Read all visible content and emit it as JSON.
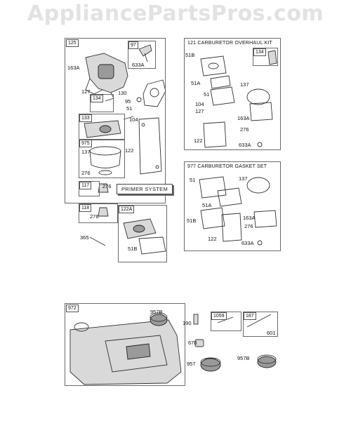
{
  "watermark": "AppliancePartsPros.com",
  "kits": {
    "overhaul_title": "121 CARBURETOR OVERHAUL KIT",
    "gasket_title": "977 CARBURETOR GASKET SET"
  },
  "button": {
    "primer": "PRIMER SYSTEM"
  },
  "boxes": {
    "b125": "125",
    "b97": "97",
    "b134a": "134",
    "b133": "133",
    "b975": "975",
    "b117": "117",
    "b118": "118",
    "b122a": "122A",
    "b134b": "134",
    "b972": "972",
    "b1059": "1059",
    "b187": "187"
  },
  "labels": {
    "l163a_1": "163A",
    "l633a_1": "633A",
    "l127_1": "127",
    "l130": "130",
    "l95": "95",
    "l51_1": "51",
    "l104_1": "104",
    "l137_1": "137",
    "l122_1": "122",
    "l276_1": "276",
    "l276_2": "276",
    "l276_3": "276",
    "l365": "365",
    "l51b_1": "51B",
    "l51b_2": "51B",
    "l51a_1": "51A",
    "l51_2": "51",
    "l137_2": "137",
    "l104_2": "104",
    "l127_2": "127",
    "l163a_2": "163A",
    "l276_4": "276",
    "l122_2": "122",
    "l633a_2": "633A",
    "l51_3": "51",
    "l137_3": "137",
    "l51a_2": "51A",
    "l51b_3": "51B",
    "l163a_3": "163A",
    "l276_5": "276",
    "l122_3": "122",
    "l633a_3": "633A",
    "l957b_1": "957B",
    "l190": "190",
    "l670": "670",
    "l601": "601",
    "l957": "957",
    "l957b_2": "957B"
  }
}
